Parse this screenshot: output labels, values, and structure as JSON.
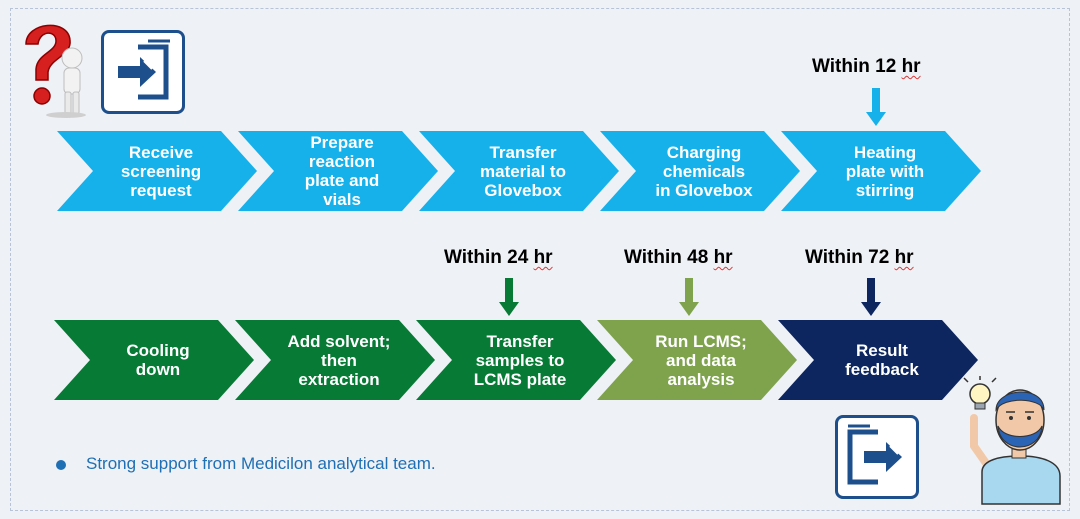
{
  "timelines": {
    "t12": "Within 12 hr",
    "t24": "Within 24 hr",
    "t48": "Within 48 hr",
    "t72": "Within 72 hr"
  },
  "row1": {
    "step1": "Receive\nscreening\nrequest",
    "step2": "Prepare\nreaction\nplate and\nvials",
    "step3": "Transfer\nmaterial to\nGlovebox",
    "step4": "Charging\nchemicals\nin Glovebox",
    "step5": "Heating\nplate with\nstirring"
  },
  "row2": {
    "step1": "Cooling\ndown",
    "step2": "Add solvent;\nthen\nextraction",
    "step3": "Transfer\nsamples to\nLCMS plate",
    "step4": "Run LCMS;\nand data\nanalysis",
    "step5": "Result\nfeedback"
  },
  "footer": {
    "bullet": "Strong support from Medicilon analytical team."
  },
  "colors": {
    "cyan": "#16b1eb",
    "dark_green": "#077a35",
    "olive_green": "#7fa34d",
    "navy": "#0d2660",
    "bullet_blue": "#1f6fb5"
  },
  "icons": {
    "top_left_figure": "question-mark-figure-icon",
    "top_left_box": "sign-in-icon",
    "bottom_right_box": "sign-out-icon",
    "bottom_right_figure": "man-idea-lightbulb-icon"
  }
}
